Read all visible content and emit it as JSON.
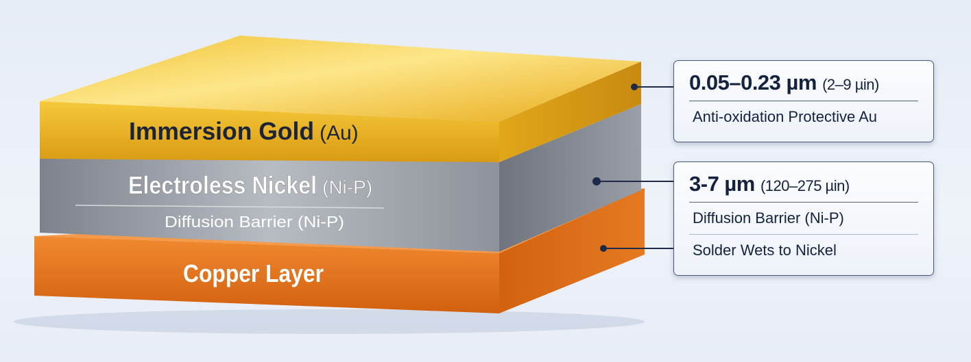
{
  "layers": {
    "gold": {
      "title": "Immersion Gold",
      "formula": "(Au)",
      "color": "#eab425"
    },
    "nickel": {
      "title": "Electroless Nickel",
      "formula": "(Ni-P)",
      "subtitle": "Diffusion Barrier (Ni-P)",
      "color": "#8a8e96"
    },
    "copper": {
      "title": "Copper Layer",
      "color": "#e2701e"
    }
  },
  "callouts": {
    "gold": {
      "thickness": "0.05–0.23 µm",
      "thickness_imperial": "(2–9 µin)",
      "notes": [
        "Anti-oxidation Protective Au"
      ]
    },
    "nickel": {
      "thickness": "3-7 µm",
      "thickness_imperial": "(120–275 µin)",
      "notes": [
        "Diffusion Barrier (Ni-P)",
        "Solder Wets to Nickel"
      ]
    }
  }
}
